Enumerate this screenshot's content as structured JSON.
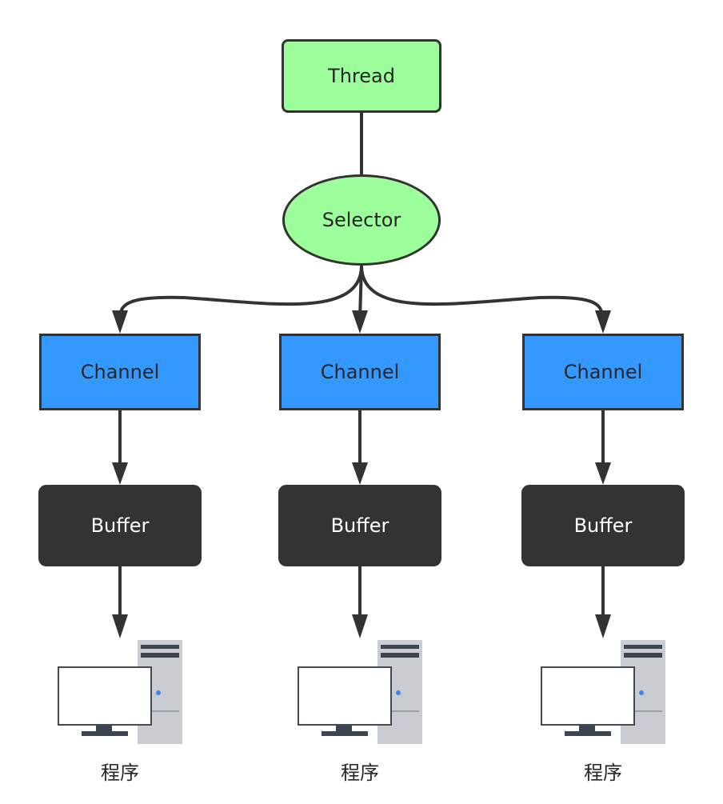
{
  "thread": {
    "label": "Thread"
  },
  "selector": {
    "label": "Selector"
  },
  "columns": [
    {
      "channel": "Channel",
      "buffer": "Buffer",
      "program": "程序"
    },
    {
      "channel": "Channel",
      "buffer": "Buffer",
      "program": "程序"
    },
    {
      "channel": "Channel",
      "buffer": "Buffer",
      "program": "程序"
    }
  ],
  "colors": {
    "thread_fill": "#9dff9b",
    "selector_fill": "#9dff9b",
    "channel_fill": "#3399ff",
    "buffer_fill": "#333333",
    "edge": "#333333"
  },
  "icons": [
    "computer-icon",
    "computer-icon",
    "computer-icon"
  ]
}
